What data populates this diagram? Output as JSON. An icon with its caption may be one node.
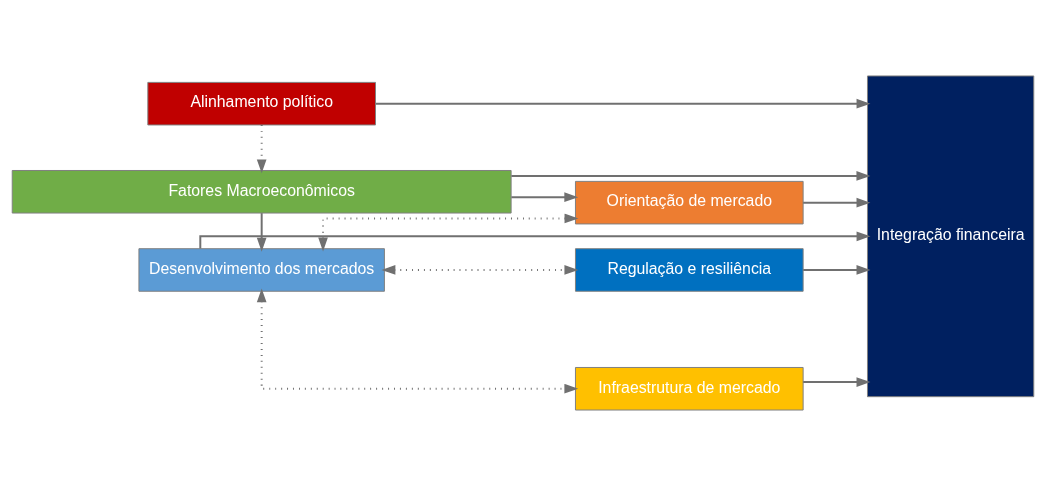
{
  "diagram": {
    "nodes": [
      {
        "text": [
          "Fatores Macroeconômicos"
        ]
      },
      {
        "text": [
          "Orientação de mercado"
        ]
      },
      {
        "text": [
          "Desenvolvimento dos mercados"
        ]
      },
      {
        "text": [
          "Infraestrutura de mercado"
        ]
      },
      {
        "text": [
          "Regulação e resiliência"
        ]
      },
      {
        "text": [
          "Alinhamento político"
        ]
      },
      {
        "text": [
          "Integração financeira"
        ]
      }
    ],
    "edges": [
      {
        "from": 0,
        "to": 6,
        "arrow": "to"
      },
      {
        "from": 0,
        "to": 1,
        "arrow": "to"
      },
      {
        "from": 0,
        "to": 2,
        "arrow": "to"
      },
      {
        "from": 2,
        "to": 1,
        "arrow": "both",
        "style": "dashed"
      },
      {
        "from": 2,
        "to": 3,
        "arrow": "both",
        "style": "dashed"
      },
      {
        "from": 2,
        "to": 4,
        "arrow": "both",
        "style": "dashed"
      },
      {
        "from": 1,
        "to": 6,
        "arrow": "to"
      },
      {
        "from": 3,
        "to": 6,
        "arrow": "to"
      },
      {
        "from": 4,
        "to": 6,
        "arrow": "to"
      },
      {
        "from": 2,
        "to": 6,
        "arrow": "to"
      },
      {
        "from": 5,
        "to": 6,
        "arrow": "to"
      },
      {
        "from": 5,
        "to": 0,
        "arrow": "to",
        "style": "dashed"
      }
    ]
  }
}
